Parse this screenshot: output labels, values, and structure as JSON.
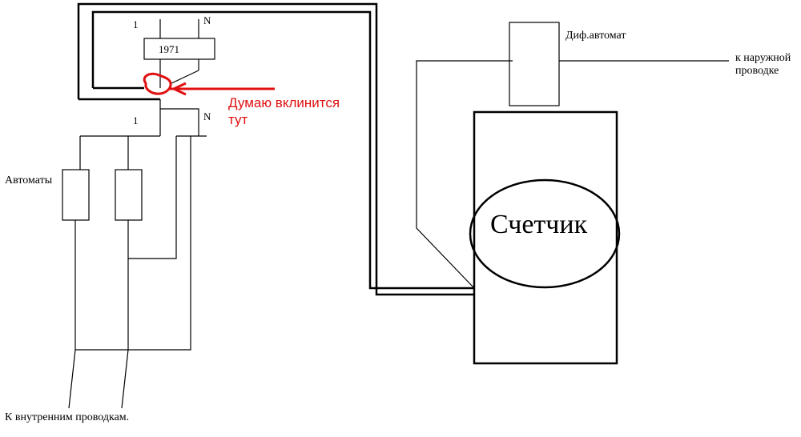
{
  "labels": {
    "phase_top": "1",
    "neutral_top": "N",
    "meter_number": "1971",
    "phase_mid": "1",
    "neutral_mid": "N",
    "breakers": "Автоматы",
    "to_internal": "К внутренним проводкам.",
    "meter": "Счетчик",
    "rcd": "Диф.автомат",
    "to_external_line1": "к наружной",
    "to_external_line2": "проводке",
    "note_line1": "Думаю вклинится",
    "note_line2": "тут"
  },
  "colors": {
    "annotation": "#e01010",
    "line": "#000000"
  }
}
